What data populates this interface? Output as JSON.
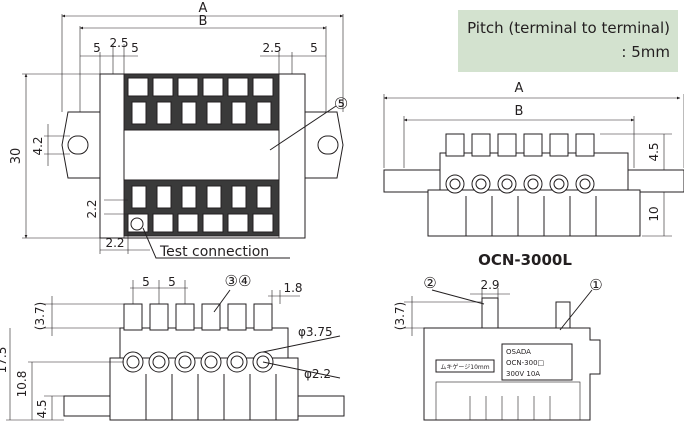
{
  "pitch_note": {
    "line1": "Pitch (terminal to terminal)",
    "line2": ": 5mm",
    "bg_color": "#d3e2cf"
  },
  "top_view": {
    "dim_A": "A",
    "dim_B": "B",
    "dim_5_left": "5",
    "dim_2_5_left": "2.5",
    "dim_5_left2": "5",
    "dim_2_5_right": "2.5",
    "dim_5_right": "5",
    "dim_30": "30",
    "dim_4_2": "4.2",
    "dim_2_2_a": "2.2",
    "dim_2_2_b": "2.2",
    "callout_5": "⑤",
    "test_connection": "Test connection"
  },
  "side_view": {
    "dim_A": "A",
    "dim_B": "B",
    "dim_4_5": "4.5",
    "dim_10": "10",
    "model": "OCN-3000L"
  },
  "front_view": {
    "dim_5_a": "5",
    "dim_5_b": "5",
    "callout_3_4": "③④",
    "dim_1_8": "1.8",
    "dim_3_7": "(3.7)",
    "dim_17_5": "17.5",
    "dim_10_8": "10.8",
    "dim_4_5": "4.5",
    "dia_3_75": "φ3.75",
    "dia_2_2": "φ2.2"
  },
  "end_view": {
    "callout_2": "②",
    "dim_2_9": "2.9",
    "callout_1": "①",
    "dim_3_7": "(3.7)",
    "strip_label": "ムキゲージ10mm",
    "label_l1": "OSADA",
    "label_l2": "OCN-300□",
    "label_l3": "300V 10A"
  }
}
